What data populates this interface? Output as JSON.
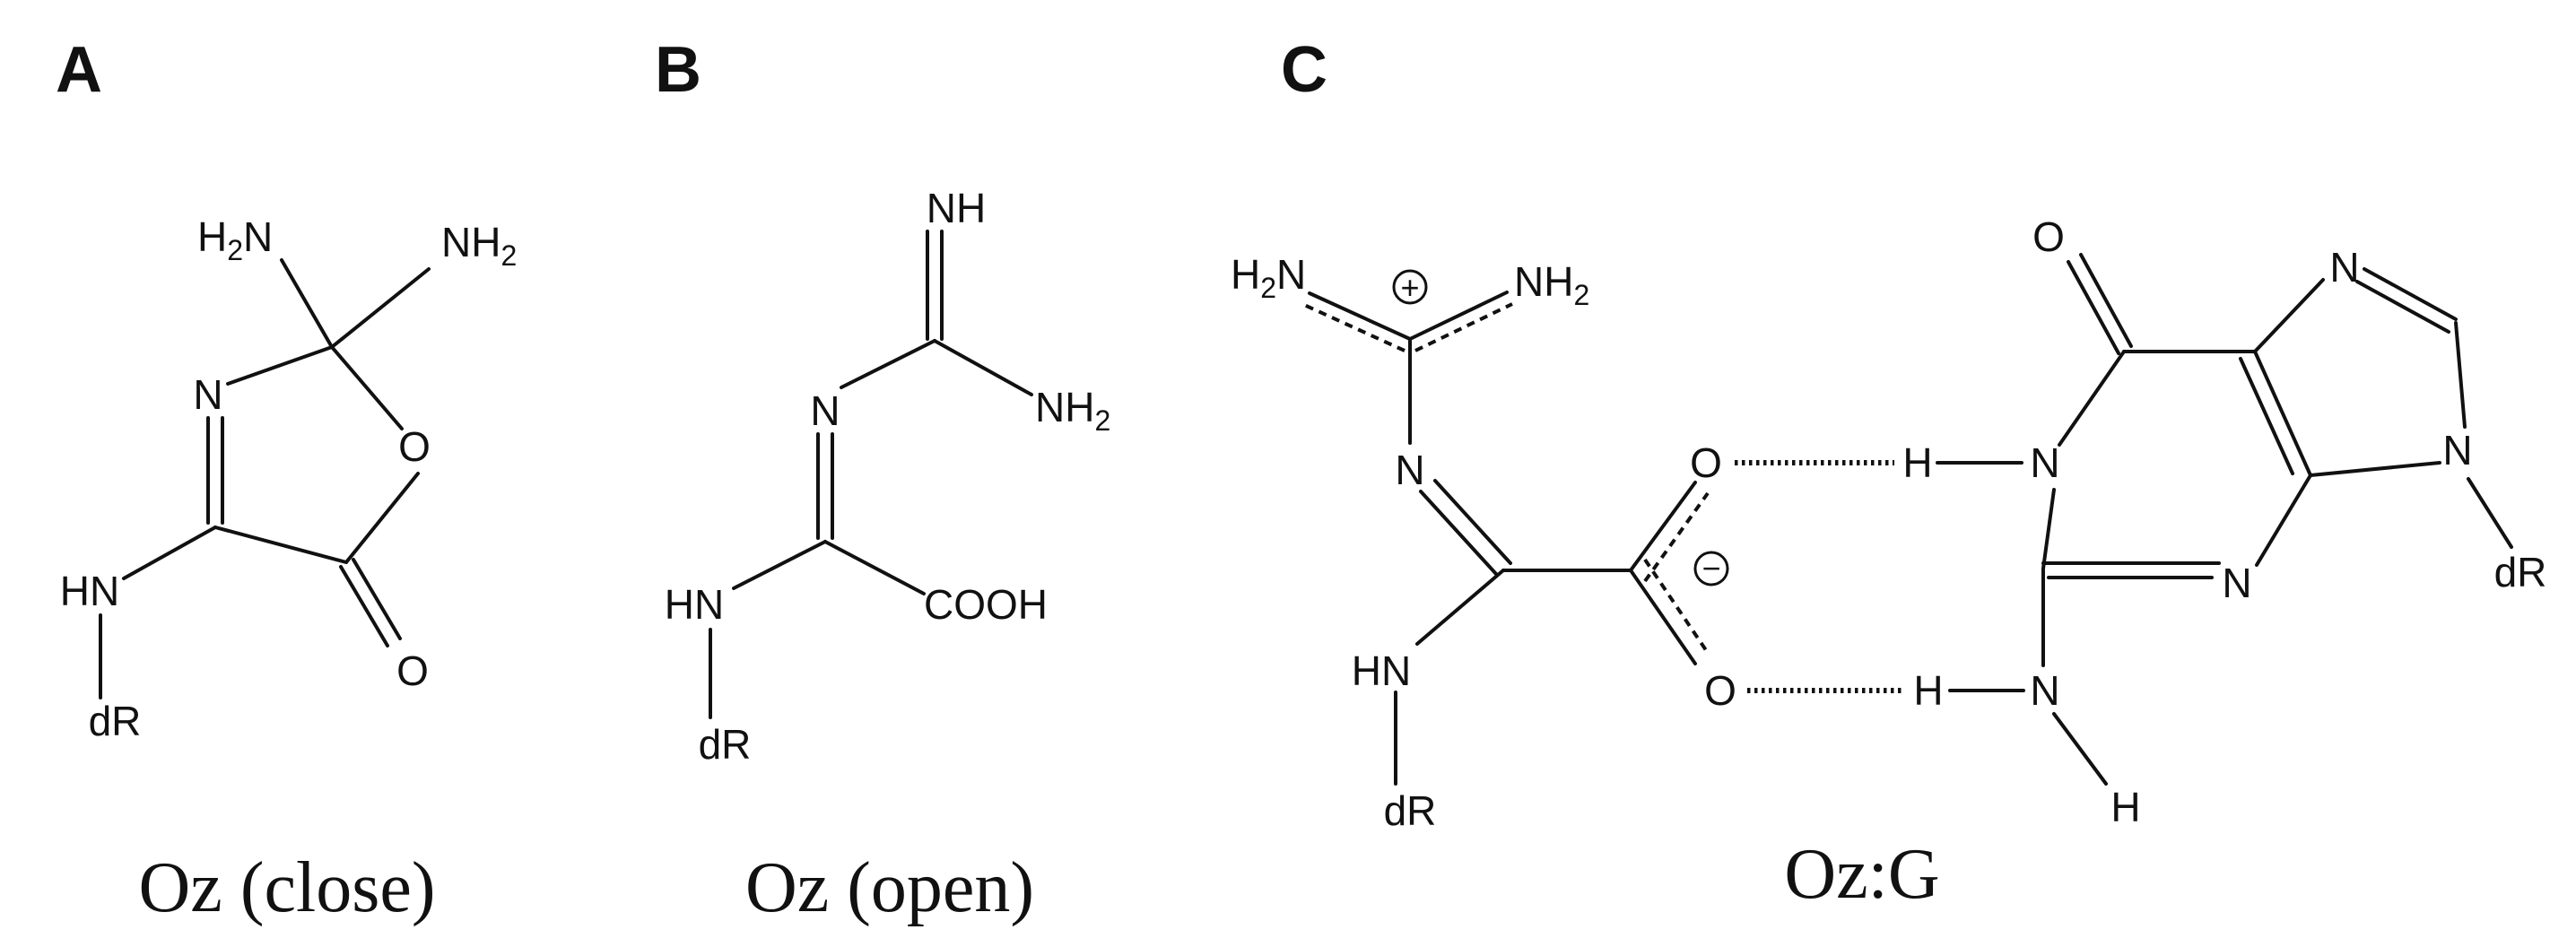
{
  "panels": [
    {
      "letter": "A",
      "caption": "Oz (close)"
    },
    {
      "letter": "B",
      "caption": "Oz (open)"
    },
    {
      "letter": "C",
      "caption": "Oz:G"
    }
  ],
  "atoms": {
    "a_h2n": "H",
    "a_h2n_sub": "2",
    "a_h2n_n": "N",
    "a_nh2": "NH",
    "a_nh2_sub": "2",
    "a_n": "N",
    "a_o": "O",
    "a_o2": "O",
    "a_hn": "HN",
    "a_dr": "dR",
    "b_nh": "NH",
    "b_n": "N",
    "b_nh2": "NH",
    "b_nh2_sub": "2",
    "b_hn": "HN",
    "b_cooh": "COOH",
    "b_dr": "dR",
    "c_h2n": "H",
    "c_h2n_sub": "2",
    "c_h2n_n": "N",
    "c_nh2": "NH",
    "c_nh2_sub": "2",
    "c_plus": "+",
    "c_n": "N",
    "c_hn": "HN",
    "c_dr": "dR",
    "c_o1": "O",
    "c_o2": "O",
    "c_minus": "−",
    "c_h1": "H",
    "c_h2": "H",
    "c_n1": "N",
    "c_nb": "N",
    "c_h3": "H",
    "c_gn": "N",
    "c_o6": "O",
    "c_n7": "N",
    "c_n9": "N",
    "c_gdr": "dR"
  }
}
